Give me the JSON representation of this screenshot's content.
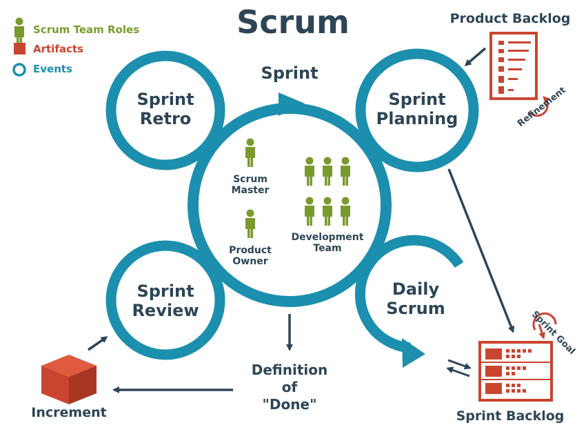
{
  "title": "Scrum",
  "legend": {
    "roles": "Scrum Team Roles",
    "artifacts": "Artifacts",
    "events": "Events"
  },
  "events": {
    "sprint": "Sprint",
    "sprint_retro": [
      "Sprint",
      "Retro"
    ],
    "sprint_planning": [
      "Sprint",
      "Planning"
    ],
    "sprint_review": [
      "Sprint",
      "Review"
    ],
    "daily_scrum": [
      "Daily",
      "Scrum"
    ]
  },
  "roles": {
    "scrum_master": [
      "Scrum",
      "Master"
    ],
    "product_owner": [
      "Product",
      "Owner"
    ],
    "development_team": [
      "Development",
      "Team"
    ]
  },
  "artifacts": {
    "product_backlog": "Product Backlog",
    "sprint_backlog": "Sprint Backlog",
    "increment": "Increment"
  },
  "annotations": {
    "refinement": "Refinement",
    "sprint_goal": "Sprint Goal",
    "definition_of_done": [
      "Definition",
      "of",
      "\"Done\""
    ]
  },
  "colors": {
    "event_ring": "#1d8fae",
    "text": "#2d4556",
    "role": "#7a9a2e",
    "artifact": "#c9452f",
    "arrow": "#2d4556"
  }
}
